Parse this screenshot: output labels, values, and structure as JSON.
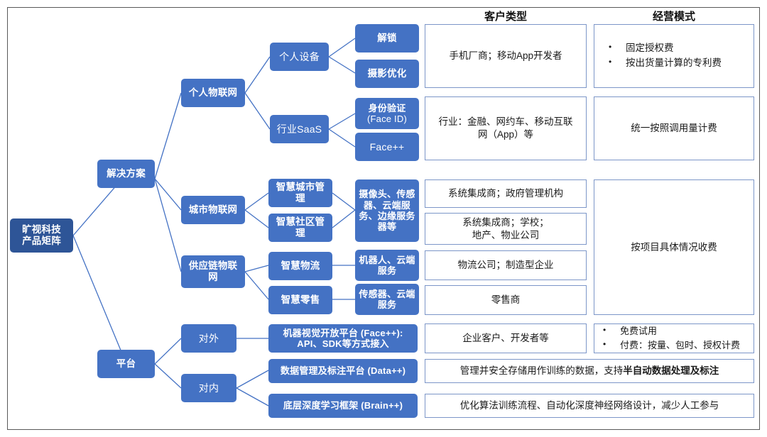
{
  "diagram": {
    "title_root": "旷视科技\n产品矩阵",
    "column_headers": {
      "customer_type": "客户类型",
      "business_model": "经营模式"
    },
    "level1": [
      {
        "id": "solutions",
        "label": "解决方案"
      },
      {
        "id": "platform",
        "label": "平台"
      }
    ],
    "level2": [
      {
        "id": "personal-iot",
        "label": "个人物联网"
      },
      {
        "id": "city-iot",
        "label": "城市物联网"
      },
      {
        "id": "supply-chain-iot",
        "label": "供应链物联网"
      },
      {
        "id": "external",
        "label": "对外"
      },
      {
        "id": "internal",
        "label": "对内"
      }
    ],
    "level3": [
      {
        "id": "personal-device",
        "label": "个人设备"
      },
      {
        "id": "industry-saas",
        "label": "行业SaaS"
      },
      {
        "id": "smart-city-mgmt",
        "label": "智慧城市管理"
      },
      {
        "id": "smart-community-mgmt",
        "label": "智慧社区管理"
      },
      {
        "id": "smart-logistics",
        "label": "智慧物流"
      },
      {
        "id": "smart-retail",
        "label": "智慧零售"
      }
    ],
    "level4": [
      {
        "id": "unlock",
        "label": "解锁"
      },
      {
        "id": "photo-optimization",
        "label": "摄影优化"
      },
      {
        "id": "identity-verification",
        "label_line1": "身份验证",
        "label_line2": "(Face ID)"
      },
      {
        "id": "face-plus-plus",
        "label": "Face++"
      },
      {
        "id": "city-hardware",
        "label": "摄像头、传感器、云端服务、边缘服务器等"
      },
      {
        "id": "logistics-hardware",
        "label": "机器人、云端服务"
      },
      {
        "id": "retail-hardware",
        "label": "传感器、云端服务"
      }
    ],
    "platform_products": [
      {
        "id": "face-open-platform",
        "line1": "机器视觉开放平台 (Face++):",
        "line2": "API、SDK等方式接入"
      },
      {
        "id": "data-platform",
        "line1": "数据管理及标注平台 (Data++)"
      },
      {
        "id": "brain-platform",
        "line1": "底层深度学习框架 (Brain++)"
      }
    ],
    "customer_cells": [
      {
        "id": "cust-personal-device",
        "text": "手机厂商；移动App开发者"
      },
      {
        "id": "cust-industry-saas",
        "line1": "行业：金融、网约车、移动互联",
        "line2": "网（App）等"
      },
      {
        "id": "cust-smart-city",
        "text": "系统集成商；政府管理机构"
      },
      {
        "id": "cust-smart-community",
        "line1": "系统集成商；学校；",
        "line2": "地产、物业公司"
      },
      {
        "id": "cust-smart-logistics",
        "text": "物流公司；制造型企业"
      },
      {
        "id": "cust-smart-retail",
        "text": "零售商"
      },
      {
        "id": "cust-external-platform",
        "text": "企业客户、开发者等"
      }
    ],
    "business_cells": [
      {
        "id": "biz-personal-device",
        "bullets": [
          "固定授权费",
          "按出货量计算的专利费"
        ]
      },
      {
        "id": "biz-industry-saas",
        "text": "统一按照调用量计费"
      },
      {
        "id": "biz-iot-projects",
        "text": "按项目具体情况收费"
      },
      {
        "id": "biz-external-platform",
        "bullets": [
          "免费试用",
          "付费：按量、包时、授权计费"
        ]
      }
    ],
    "wide_cells": [
      {
        "id": "data-platform-desc",
        "pre": "管理并安全存储用作训练的数据，支持",
        "bold": "半自动数据处理及标注",
        "post": ""
      },
      {
        "id": "brain-platform-desc",
        "pre": "优化算法训练流程、自动化深度神经网络设计，减少人工参与",
        "bold": "",
        "post": ""
      }
    ],
    "colors": {
      "node_blue": "#4472C4",
      "root_blue": "#2E5597",
      "cell_border": "#7C96C8",
      "connector": "#4472C4",
      "frame": "#595959",
      "text_dark": "#1a1a1a"
    }
  }
}
